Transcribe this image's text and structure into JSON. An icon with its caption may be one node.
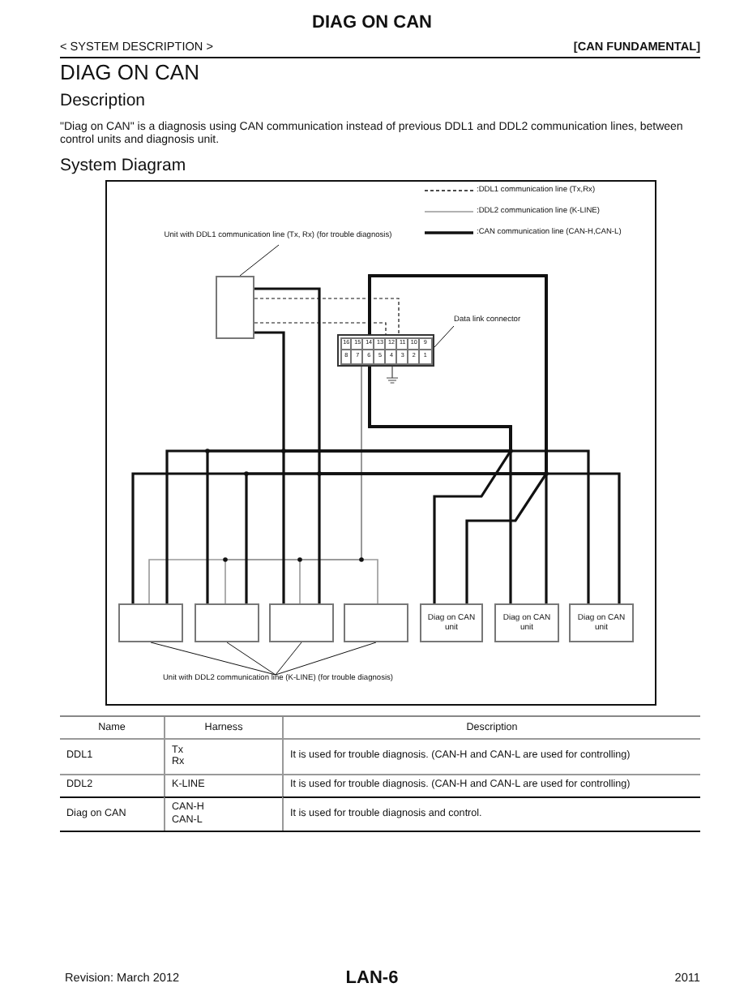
{
  "diagram": {
    "title": "DIAG ON CAN",
    "nodes": [
      {
        "text": [],
        "shape": "box"
      },
      {
        "text": [],
        "shape": "box"
      },
      {
        "text": [
          "Unit with DDL1 communication line (Tx, Rx) (for trouble diagnosis)"
        ]
      },
      {
        "text": [
          "Data link connector"
        ]
      },
      {
        "text": [],
        "shape": "box"
      },
      {
        "text": [],
        "shape": "box"
      },
      {
        "text": [],
        "shape": "box"
      },
      {
        "text": [],
        "shape": "box"
      },
      {
        "text": [
          "Diag on CAN unit"
        ]
      },
      {
        "text": [
          "Diag on CAN unit"
        ]
      },
      {
        "text": [
          "Diag on CAN unit"
        ]
      },
      {
        "text": [
          "Unit with DDL2 communication line (K-LINE) (for trouble diagnosis)"
        ]
      }
    ],
    "edges": [
      {
        "from": 2,
        "to": 0,
        "arrow": "none"
      },
      {
        "from": 3,
        "to": 1,
        "arrow": "none"
      },
      {
        "from": 11,
        "to": 4,
        "arrow": "none"
      },
      {
        "from": 11,
        "to": 5,
        "arrow": "none"
      },
      {
        "from": 11,
        "to": 6,
        "arrow": "none"
      },
      {
        "from": 11,
        "to": 7,
        "arrow": "none"
      },
      {
        "from": 0,
        "to": 1,
        "arrow": "none",
        "style": "dashed"
      },
      {
        "from": 0,
        "to": 1,
        "arrow": "none",
        "style": "dashed"
      },
      {
        "from": 1,
        "to": 4,
        "arrow": "none",
        "color": "#999999"
      },
      {
        "from": 1,
        "to": 5,
        "arrow": "none",
        "color": "#999999"
      },
      {
        "from": 1,
        "to": 6,
        "arrow": "none",
        "color": "#999999"
      },
      {
        "from": 1,
        "to": 7,
        "arrow": "none",
        "color": "#999999"
      },
      {
        "from": 0,
        "to": 1,
        "arrow": "none"
      },
      {
        "from": 0,
        "to": 1,
        "arrow": "none"
      },
      {
        "from": 1,
        "to": 4,
        "arrow": "none"
      },
      {
        "from": 1,
        "to": 4,
        "arrow": "none"
      },
      {
        "from": 1,
        "to": 5,
        "arrow": "none"
      },
      {
        "from": 1,
        "to": 5,
        "arrow": "none"
      },
      {
        "from": 1,
        "to": 6,
        "arrow": "none"
      },
      {
        "from": 1,
        "to": 6,
        "arrow": "none"
      },
      {
        "from": 1,
        "to": 8,
        "arrow": "none"
      },
      {
        "from": 1,
        "to": 8,
        "arrow": "none"
      },
      {
        "from": 1,
        "to": 9,
        "arrow": "none"
      },
      {
        "from": 1,
        "to": 9,
        "arrow": "none"
      },
      {
        "from": 1,
        "to": 10,
        "arrow": "none"
      },
      {
        "from": 1,
        "to": 10,
        "arrow": "none"
      }
    ],
    "labels": [
      "< SYSTEM DESCRIPTION >",
      "[CAN FUNDAMENTAL]",
      "DIAG ON CAN",
      "Description",
      "\"Diag on CAN\" is a diagnosis using CAN communication instead of previous DDL1 and DDL2 communication lines, between control units and diagnosis unit.",
      "System Diagram",
      "16",
      "15",
      "14",
      "13",
      "12",
      "11",
      "10",
      "9",
      "8",
      "7",
      "6",
      "5",
      "4",
      "3",
      "2",
      "1",
      "Name",
      "Harness",
      "Description",
      "DDL1",
      "Tx",
      "Rx",
      "It is used for trouble diagnosis. (CAN-H and CAN-L are used for controlling)",
      "DDL2",
      "K-LINE",
      "It is used for trouble diagnosis. (CAN-H and CAN-L are used for controlling)",
      "Diag on CAN",
      "CAN-H",
      "CAN-L",
      "It is used for trouble diagnosis and control.",
      "Revision: March 2012",
      "LAN-6",
      "2011"
    ],
    "legend": [
      {
        "text": ":DDL1 communication line (Tx,Rx)"
      },
      {
        "text": ":DDL2 communication line (K-LINE)"
      },
      {
        "text": ":CAN communication line (CAN-H,CAN-L)"
      }
    ]
  }
}
